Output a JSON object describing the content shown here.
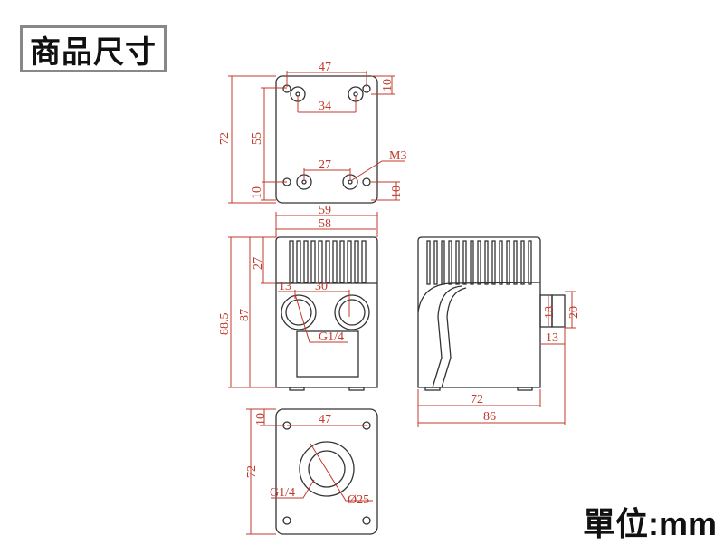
{
  "title": "商品尺寸",
  "unit_label": "單位:mm",
  "top_view": {
    "width_holes": "47",
    "edge_top": "10",
    "inner_holes": "34",
    "height": "72",
    "hole_span": "55",
    "edge_left": "10",
    "inner_bottom": "27",
    "thread": "M3",
    "edge_bottom": "10"
  },
  "front_view": {
    "width_outer": "59",
    "width_inner": "58",
    "height_total": "88.5",
    "height_body": "87",
    "fin_height": "27",
    "port_offset": "13",
    "port_spacing": "30",
    "port_thread": "G1/4"
  },
  "side_view": {
    "connector_inner": "18",
    "connector_outer": "20",
    "connector_depth": "13",
    "depth_body": "72",
    "depth_total": "86"
  },
  "bottom_view": {
    "edge": "10",
    "width_holes": "47",
    "height": "72",
    "port_thread": "G1/4",
    "port_diameter": "Ø25"
  }
}
